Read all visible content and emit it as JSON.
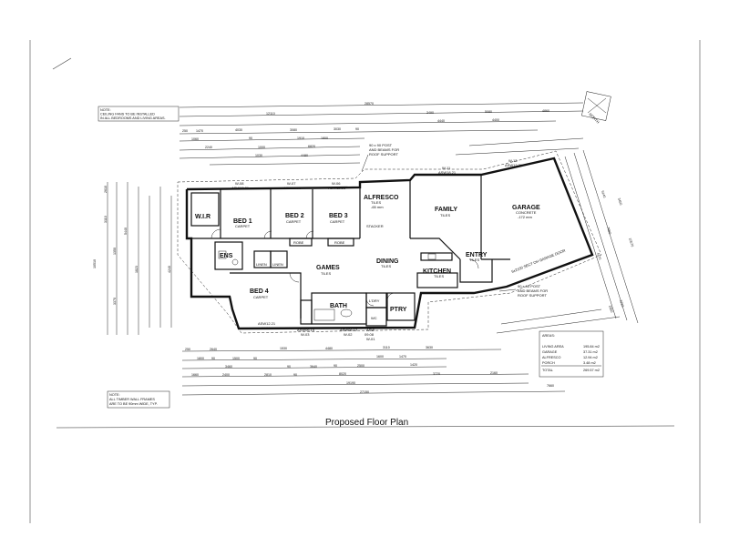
{
  "plan": {
    "title": "Proposed Floor Plan",
    "note_top": [
      "NOTE:",
      "CEILING FANS TO BE INSTALLED",
      "IN ALL BEDROOMS AND LIVING AREAS."
    ],
    "note_bottom": [
      "NOTE:",
      "ALL TIMBER WALL FRAMES",
      "ARE TO BE 90mm WIDE, TYP."
    ],
    "north_label": "NORTH"
  },
  "rooms": [
    {
      "key": "wir",
      "label": "W.I.R",
      "sub": ""
    },
    {
      "key": "bed1",
      "label": "BED 1",
      "sub": "CARPET"
    },
    {
      "key": "bed2",
      "label": "BED 2",
      "sub": "CARPET"
    },
    {
      "key": "bed3",
      "label": "BED 3",
      "sub": "CARPET"
    },
    {
      "key": "alfresco",
      "label": "ALFRESCO",
      "sub": "TILES"
    },
    {
      "key": "family",
      "label": "FAMILY",
      "sub": "TILES"
    },
    {
      "key": "garage",
      "label": "GARAGE",
      "sub": "CONCRETE"
    },
    {
      "key": "ens",
      "label": "ENS",
      "sub": ""
    },
    {
      "key": "games",
      "label": "GAMES",
      "sub": "TILES"
    },
    {
      "key": "dining",
      "label": "DINING",
      "sub": "TILES"
    },
    {
      "key": "kitchen",
      "label": "KITCHEN",
      "sub": "TILES"
    },
    {
      "key": "entry",
      "label": "ENTRY",
      "sub": "TILES"
    },
    {
      "key": "bed4",
      "label": "BED 4",
      "sub": "CARPET"
    },
    {
      "key": "bath",
      "label": "BATH",
      "sub": ""
    },
    {
      "key": "ptry",
      "label": "PTRY",
      "sub": ""
    },
    {
      "key": "wc",
      "label": "WC",
      "sub": ""
    },
    {
      "key": "linen1",
      "label": "LINEN",
      "sub": ""
    },
    {
      "key": "linen2",
      "label": "LINEN",
      "sub": ""
    },
    {
      "key": "robe1",
      "label": "ROBE",
      "sub": ""
    },
    {
      "key": "robe2",
      "label": "ROBE",
      "sub": ""
    },
    {
      "key": "lndry",
      "label": "L'DRY",
      "sub": ""
    }
  ],
  "callouts": {
    "post_top": [
      "90 x 90 POST",
      "AND BEAMS FOR",
      "ROOF SUPPORT"
    ],
    "post_bottom": [
      "90 x 90 POST",
      "AND BEAMS FOR",
      "ROOF SUPPORT"
    ],
    "garage_door": "5x2100 SECT OH GARAGE DOOR",
    "garage_level": "-172 mm",
    "alfresco_level": "-65 mm",
    "stacker": "STACKER",
    "windows_top": [
      "W-08",
      "ASW12.21",
      "W-07",
      "ASW12.21",
      "W-06",
      "ASW12.21",
      "W-11",
      "ASW18.21",
      "W-13",
      "ASW12.21"
    ],
    "windows_bottom": [
      "ASW12.21",
      "W-04",
      "ASW06.15",
      "W-03",
      "ASW06.12",
      "W-02",
      "ASW",
      "09.08",
      "W-01"
    ],
    "dims_left": [
      "2610",
      "5440",
      "3110",
      "1350",
      "1823",
      "3370",
      "4240",
      "10510"
    ],
    "dims_right": [
      "5140",
      "3450",
      "7660",
      "4170",
      "10570",
      "2220",
      "1950"
    ]
  },
  "dims": {
    "top_overall": "28570",
    "top_row1": [
      "12110",
      "3490",
      "5080",
      "4860"
    ],
    "top_row2": [
      "4440",
      "4400"
    ],
    "top_row3": [
      "250",
      "1470",
      "4030",
      "3080",
      "3030",
      "90"
    ],
    "top_row4": [
      "1060",
      "90",
      "1910",
      "1800"
    ],
    "top_row5": [
      "2240",
      "1000",
      "6820"
    ],
    "top_row6": [
      "1030",
      "4480"
    ],
    "bottom_row1": [
      "250",
      "2640",
      "1530",
      "4480",
      "3110",
      "3630"
    ],
    "bottom_row2": [
      "1800",
      "90",
      "1500",
      "90",
      "1600",
      "1470"
    ],
    "bottom_row3": [
      "3460",
      "90",
      "3640",
      "90",
      "2500",
      "1420"
    ],
    "bottom_row4": [
      "1660",
      "2400",
      "2810",
      "90",
      "8020",
      "3720",
      "2160"
    ],
    "bottom_overall": "19190",
    "bottom_overall2": "27150",
    "bottom_right": "7660"
  },
  "areas": {
    "heading": "AREAS:",
    "rows": [
      {
        "label": "LIVING AREA",
        "value": "195.84 m2"
      },
      {
        "label": "GARAGE",
        "value": "37.31 m2"
      },
      {
        "label": "ALFRESCO",
        "value": "12.94 m2"
      },
      {
        "label": "PORCH",
        "value": "3.48 m2"
      },
      {
        "label": "TOTAL",
        "value": "269.57 m2"
      }
    ]
  }
}
